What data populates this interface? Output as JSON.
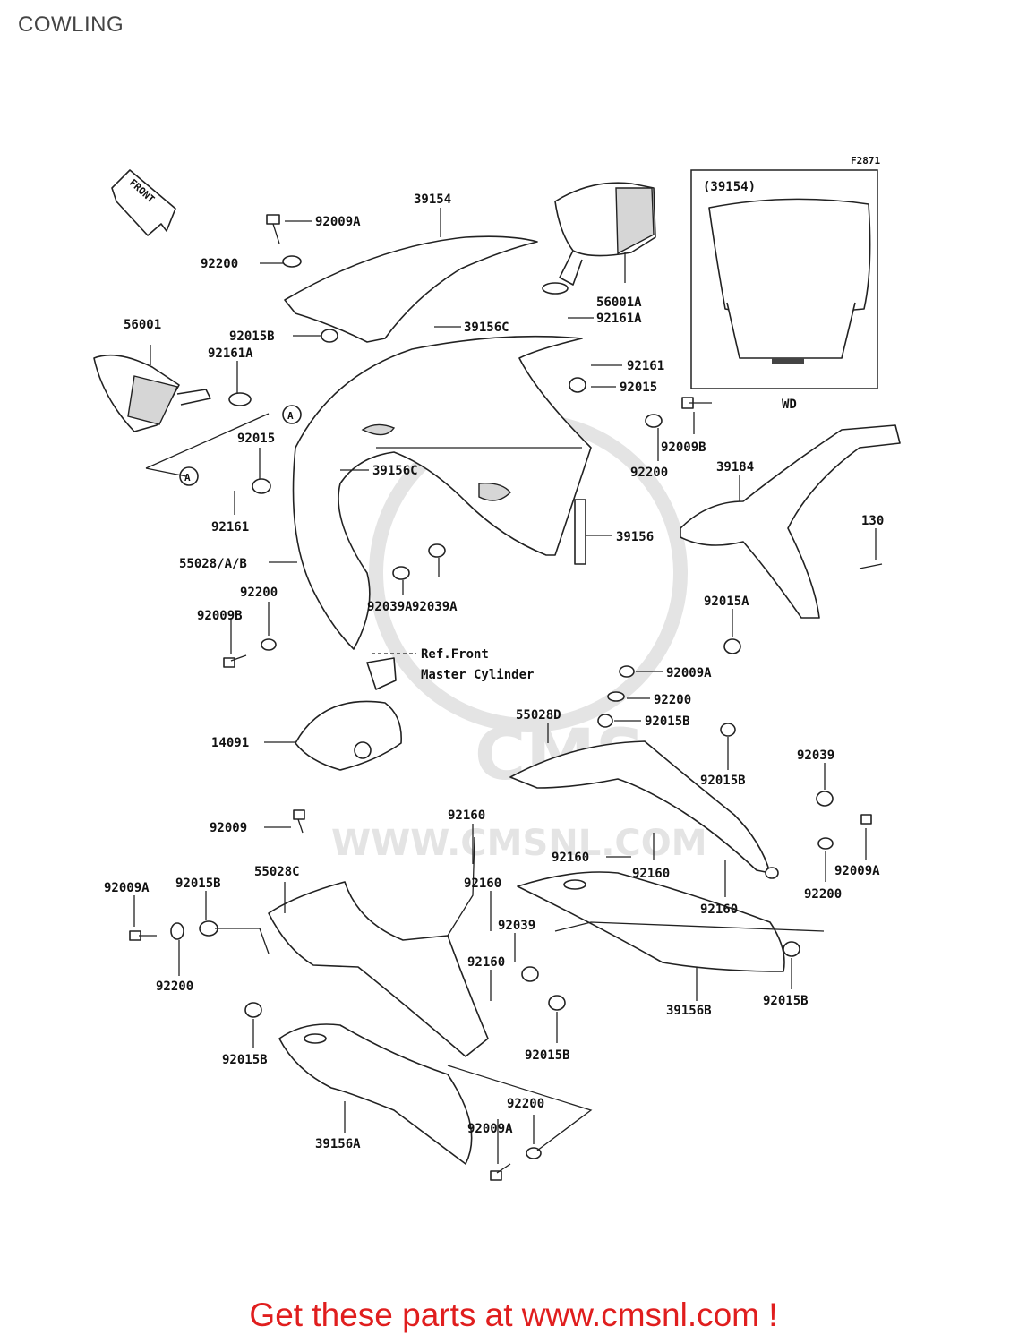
{
  "page": {
    "title": "COWLING"
  },
  "figure_id": "F2871",
  "front_label": "FRONT",
  "watermark": {
    "brand": "CMS",
    "url": "WWW.CMSNL.COM"
  },
  "inset": {
    "part_ref": "(39154)",
    "caption": "WD"
  },
  "reference_note": {
    "line1": "Ref.Front",
    "line2": "Master Cylinder"
  },
  "ref_marker": "A",
  "callouts": [
    "39154",
    "92009A",
    "92200",
    "56001A",
    "92161A",
    "39156C",
    "92015B",
    "56001",
    "92161A",
    "92161",
    "92015",
    "92015",
    "92161",
    "39156C",
    "92200",
    "92009B",
    "39184",
    "130",
    "39156",
    "55028/A/B",
    "92200",
    "92009B",
    "92039A",
    "92039A",
    "92015A",
    "92009A",
    "92200",
    "55028D",
    "92015B",
    "14091",
    "92015B",
    "92039",
    "92009",
    "92160",
    "92160",
    "92160",
    "92009A",
    "92200",
    "92160",
    "92009A",
    "92015B",
    "55028C",
    "92160",
    "92039",
    "92200",
    "92160",
    "39156B",
    "92015B",
    "92015B",
    "92015B",
    "92200",
    "92009A",
    "39156A"
  ],
  "footer": {
    "cta": "Get these parts at www.cmsnl.com !"
  }
}
